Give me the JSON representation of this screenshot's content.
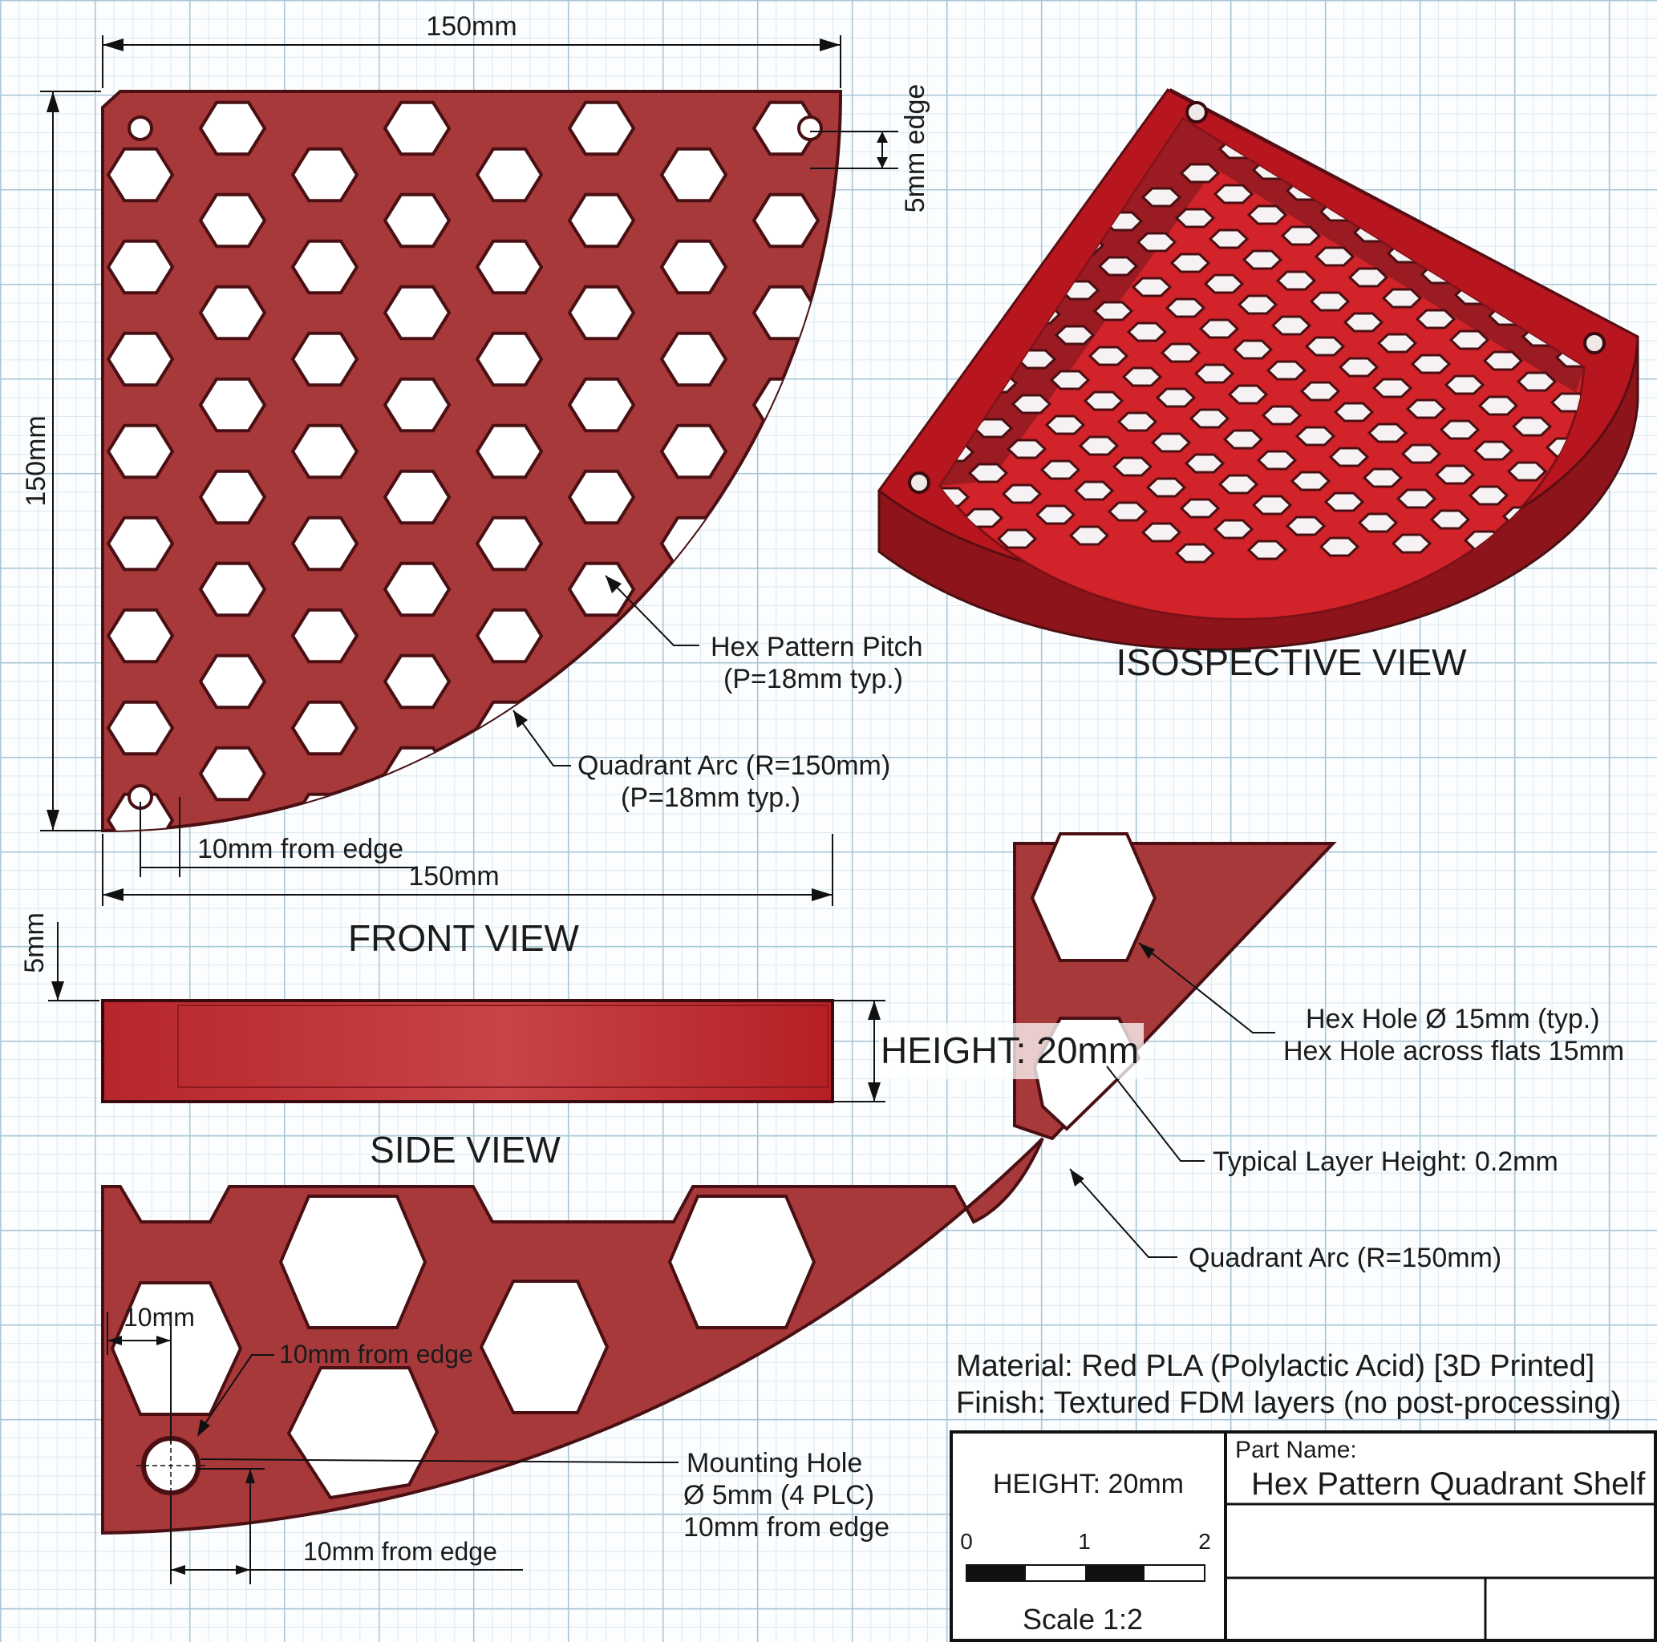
{
  "front_view": {
    "title": "FRONT VIEW",
    "dim_top": "150mm",
    "dim_left": "150mm",
    "dim_bottom": "150mm",
    "dim_edge": "5mm edge",
    "hole_offset": "10mm from edge",
    "callout_pitch_1": "Hex Pattern Pitch",
    "callout_pitch_2": "(P=18mm typ.)",
    "callout_arc_1": "Quadrant Arc (R=150mm)",
    "callout_arc_2": "(P=18mm typ.)"
  },
  "iso_view": {
    "title": "ISOSPECTIVE VIEW"
  },
  "side_view": {
    "title": "SIDE VIEW",
    "dim_5mm": "5mm",
    "height_label": "HEIGHT: 20mm"
  },
  "detail": {
    "dim_10mm": "10mm",
    "offset_1": "10mm from edge",
    "offset_2": "10mm from edge",
    "hex_hole_1": "Hex Hole Ø 15mm (typ.)",
    "hex_hole_2": "Hex Hole across flats 15mm",
    "layer_height": "Typical Layer Height: 0.2mm",
    "arc": "Quadrant Arc (R=150mm)",
    "mount_1": "Mounting Hole",
    "mount_2": "Ø 5mm (4 PLC)",
    "mount_3": "10mm from edge"
  },
  "notes": {
    "material": "Material: Red PLA (Polylactic Acid) [3D Printed]",
    "finish": "Finish: Textured FDM layers (no post-processing)"
  },
  "title_block": {
    "height": "HEIGHT: 20mm",
    "part_name_label": "Part Name:",
    "part_name": "Hex Pattern Quadrant Shelf",
    "scale_0": "0",
    "scale_1": "1",
    "scale_2": "2",
    "scale": "Scale 1:2"
  },
  "colors": {
    "part": "#a8393b",
    "part_dark": "#4a0f12",
    "iso_red": "#d3232a",
    "grid": "#a9c6d6"
  }
}
